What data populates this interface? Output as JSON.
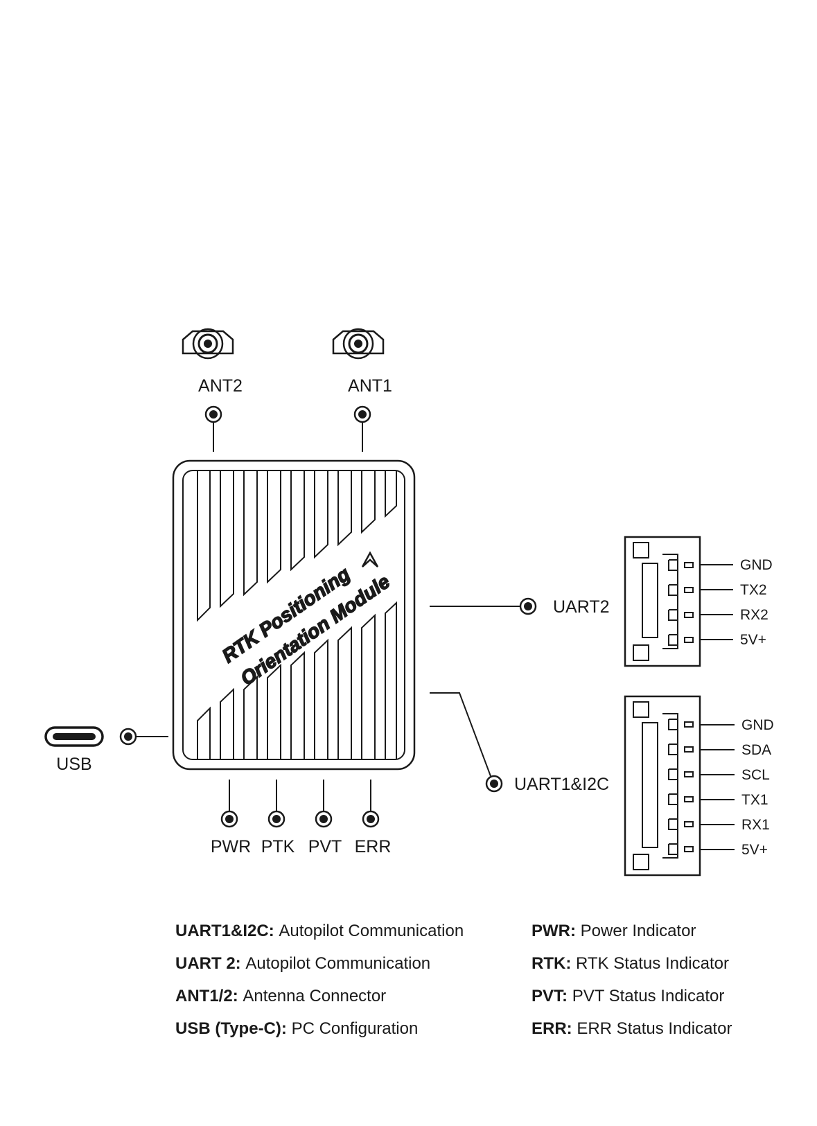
{
  "diagram": {
    "device_text": [
      "RTK Positioning",
      "Orientation Module"
    ],
    "connectors": {
      "ant2": "ANT2",
      "ant1": "ANT1",
      "usb": "USB",
      "uart2": "UART2",
      "uart1_i2c": "UART1&I2C"
    },
    "leds": [
      "PWR",
      "PTK",
      "PVT",
      "ERR"
    ],
    "uart2_pins": [
      "GND",
      "TX2",
      "RX2",
      "5V+"
    ],
    "uart1_pins": [
      "GND",
      "SDA",
      "SCL",
      "TX1",
      "RX1",
      "5V+"
    ]
  },
  "legend": {
    "left": [
      {
        "key": "UART1&I2C",
        "sep": ":",
        "desc": "Autopilot Communication"
      },
      {
        "key": "UART 2",
        "sep": ":",
        "desc": "Autopilot Communication"
      },
      {
        "key": "ANT1/2",
        "sep": ":",
        "desc": "Antenna Connector"
      },
      {
        "key": "USB (Type-C)",
        "sep": ":",
        "desc": "PC Configuration"
      }
    ],
    "right": [
      {
        "key": "PWR",
        "sep": ":",
        "desc": "Power Indicator"
      },
      {
        "key": "RTK",
        "sep": ":",
        "desc": "RTK Status Indicator"
      },
      {
        "key": "PVT",
        "sep": ":",
        "desc": "PVT Status Indicator"
      },
      {
        "key": "ERR",
        "sep": ":",
        "desc": "ERR Status Indicator"
      }
    ]
  }
}
